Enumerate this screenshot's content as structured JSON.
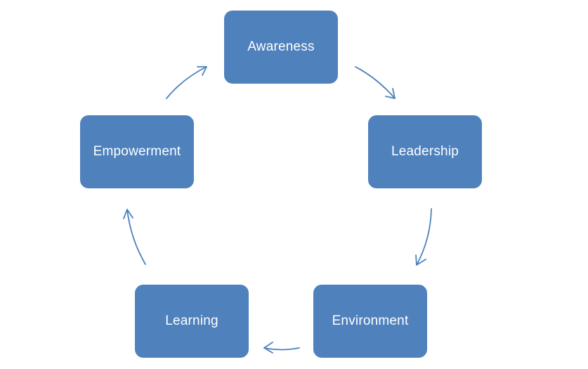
{
  "diagram": {
    "type": "cycle",
    "nodes": [
      {
        "id": "awareness",
        "label": "Awareness"
      },
      {
        "id": "leadership",
        "label": "Leadership"
      },
      {
        "id": "environment",
        "label": "Environment"
      },
      {
        "id": "learning",
        "label": "Learning"
      },
      {
        "id": "empowerment",
        "label": "Empowerment"
      }
    ],
    "edges": [
      {
        "from": "awareness",
        "to": "leadership"
      },
      {
        "from": "leadership",
        "to": "environment"
      },
      {
        "from": "environment",
        "to": "learning"
      },
      {
        "from": "learning",
        "to": "empowerment"
      },
      {
        "from": "empowerment",
        "to": "awareness"
      }
    ],
    "colors": {
      "node_fill": "#4f81bd",
      "node_text": "#ffffff",
      "arrow": "#4f81bd",
      "background": "#ffffff"
    }
  }
}
